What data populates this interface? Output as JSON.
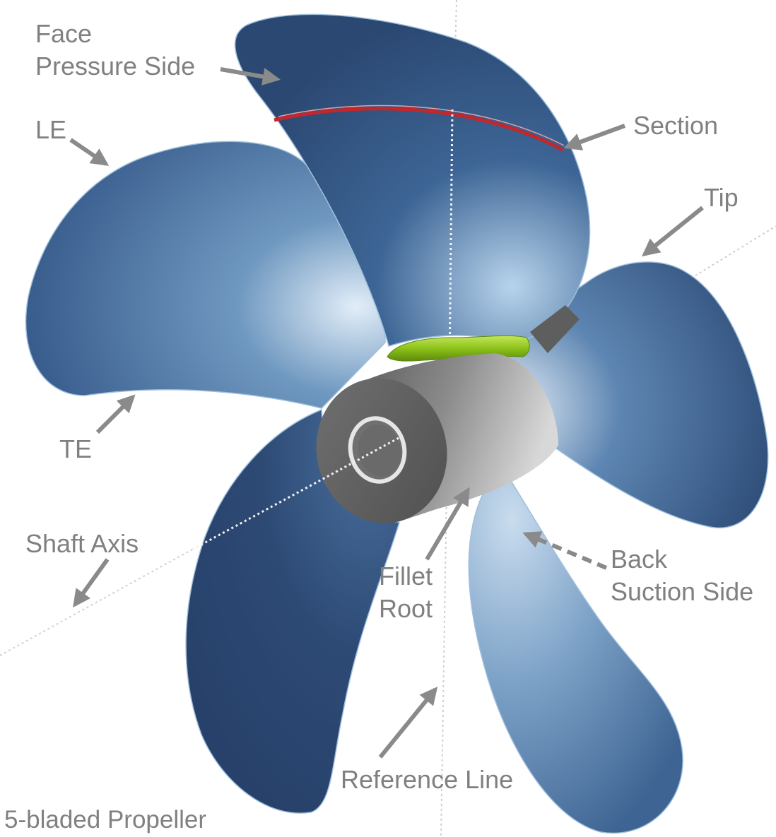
{
  "diagram": {
    "title": "5-bladed Propeller",
    "labels": {
      "face": "Face",
      "pressure_side": "Pressure Side",
      "section": "Section",
      "le": "LE",
      "tip": "Tip",
      "te": "TE",
      "shaft_axis": "Shaft Axis",
      "fillet": "Fillet",
      "root": "Root",
      "back": "Back",
      "suction_side": "Suction Side",
      "reference_line": "Reference Line"
    },
    "colors": {
      "blade_dark": "#2b4872",
      "blade_light": "#b8d4ec",
      "hub": "#6b6b6b",
      "fillet": "#8cc21a",
      "section_line": "#c0282d",
      "label_text": "#808080",
      "arrow": "#8a8a8a"
    }
  }
}
